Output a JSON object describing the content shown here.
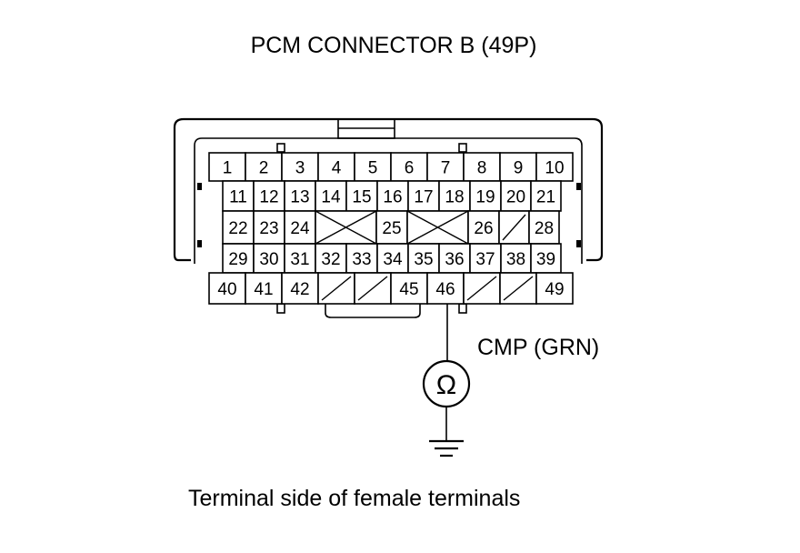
{
  "title": "PCM CONNECTOR B (49P)",
  "probe_label": "CMP (GRN)",
  "meter_symbol": "Ω",
  "caption": "Terminal side of female terminals",
  "probe_terminal": "46",
  "rows": [
    [
      "1",
      "2",
      "3",
      "4",
      "5",
      "6",
      "7",
      "8",
      "9",
      "10"
    ],
    [
      "11",
      "12",
      "13",
      "14",
      "15",
      "16",
      "17",
      "18",
      "19",
      "20",
      "21"
    ],
    [
      "22",
      "23",
      "24",
      "X",
      "25",
      "X",
      "26",
      "/",
      "28"
    ],
    [
      "29",
      "30",
      "31",
      "32",
      "33",
      "34",
      "35",
      "36",
      "37",
      "38",
      "39"
    ],
    [
      "40",
      "41",
      "42",
      "/",
      "/",
      "45",
      "46",
      "/",
      "/",
      "49"
    ]
  ]
}
